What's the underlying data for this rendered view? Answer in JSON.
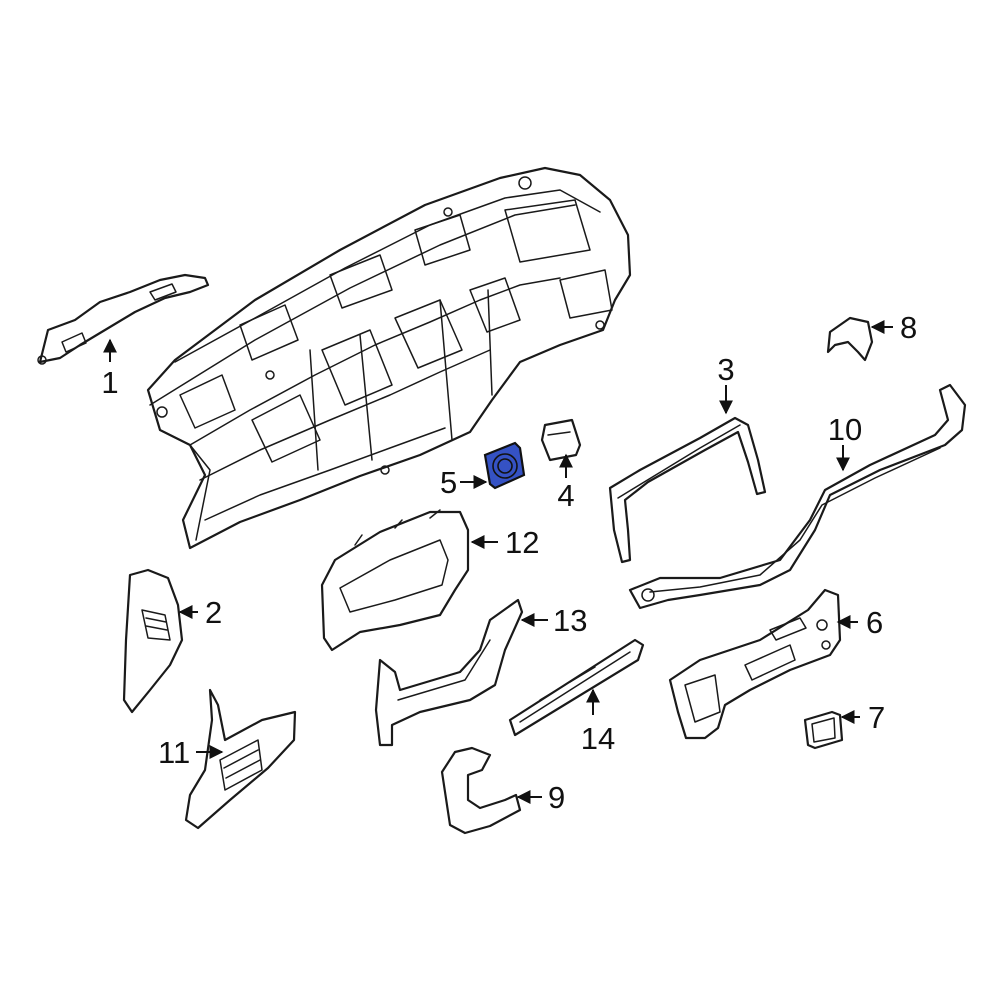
{
  "diagram": {
    "highlight_color": "#3552c4",
    "highlighted_part": "5",
    "callouts": {
      "c1": "1",
      "c2": "2",
      "c3": "3",
      "c4": "4",
      "c5": "5",
      "c6": "6",
      "c7": "7",
      "c8": "8",
      "c9": "9",
      "c10": "10",
      "c11": "11",
      "c12": "12",
      "c13": "13",
      "c14": "14"
    }
  }
}
